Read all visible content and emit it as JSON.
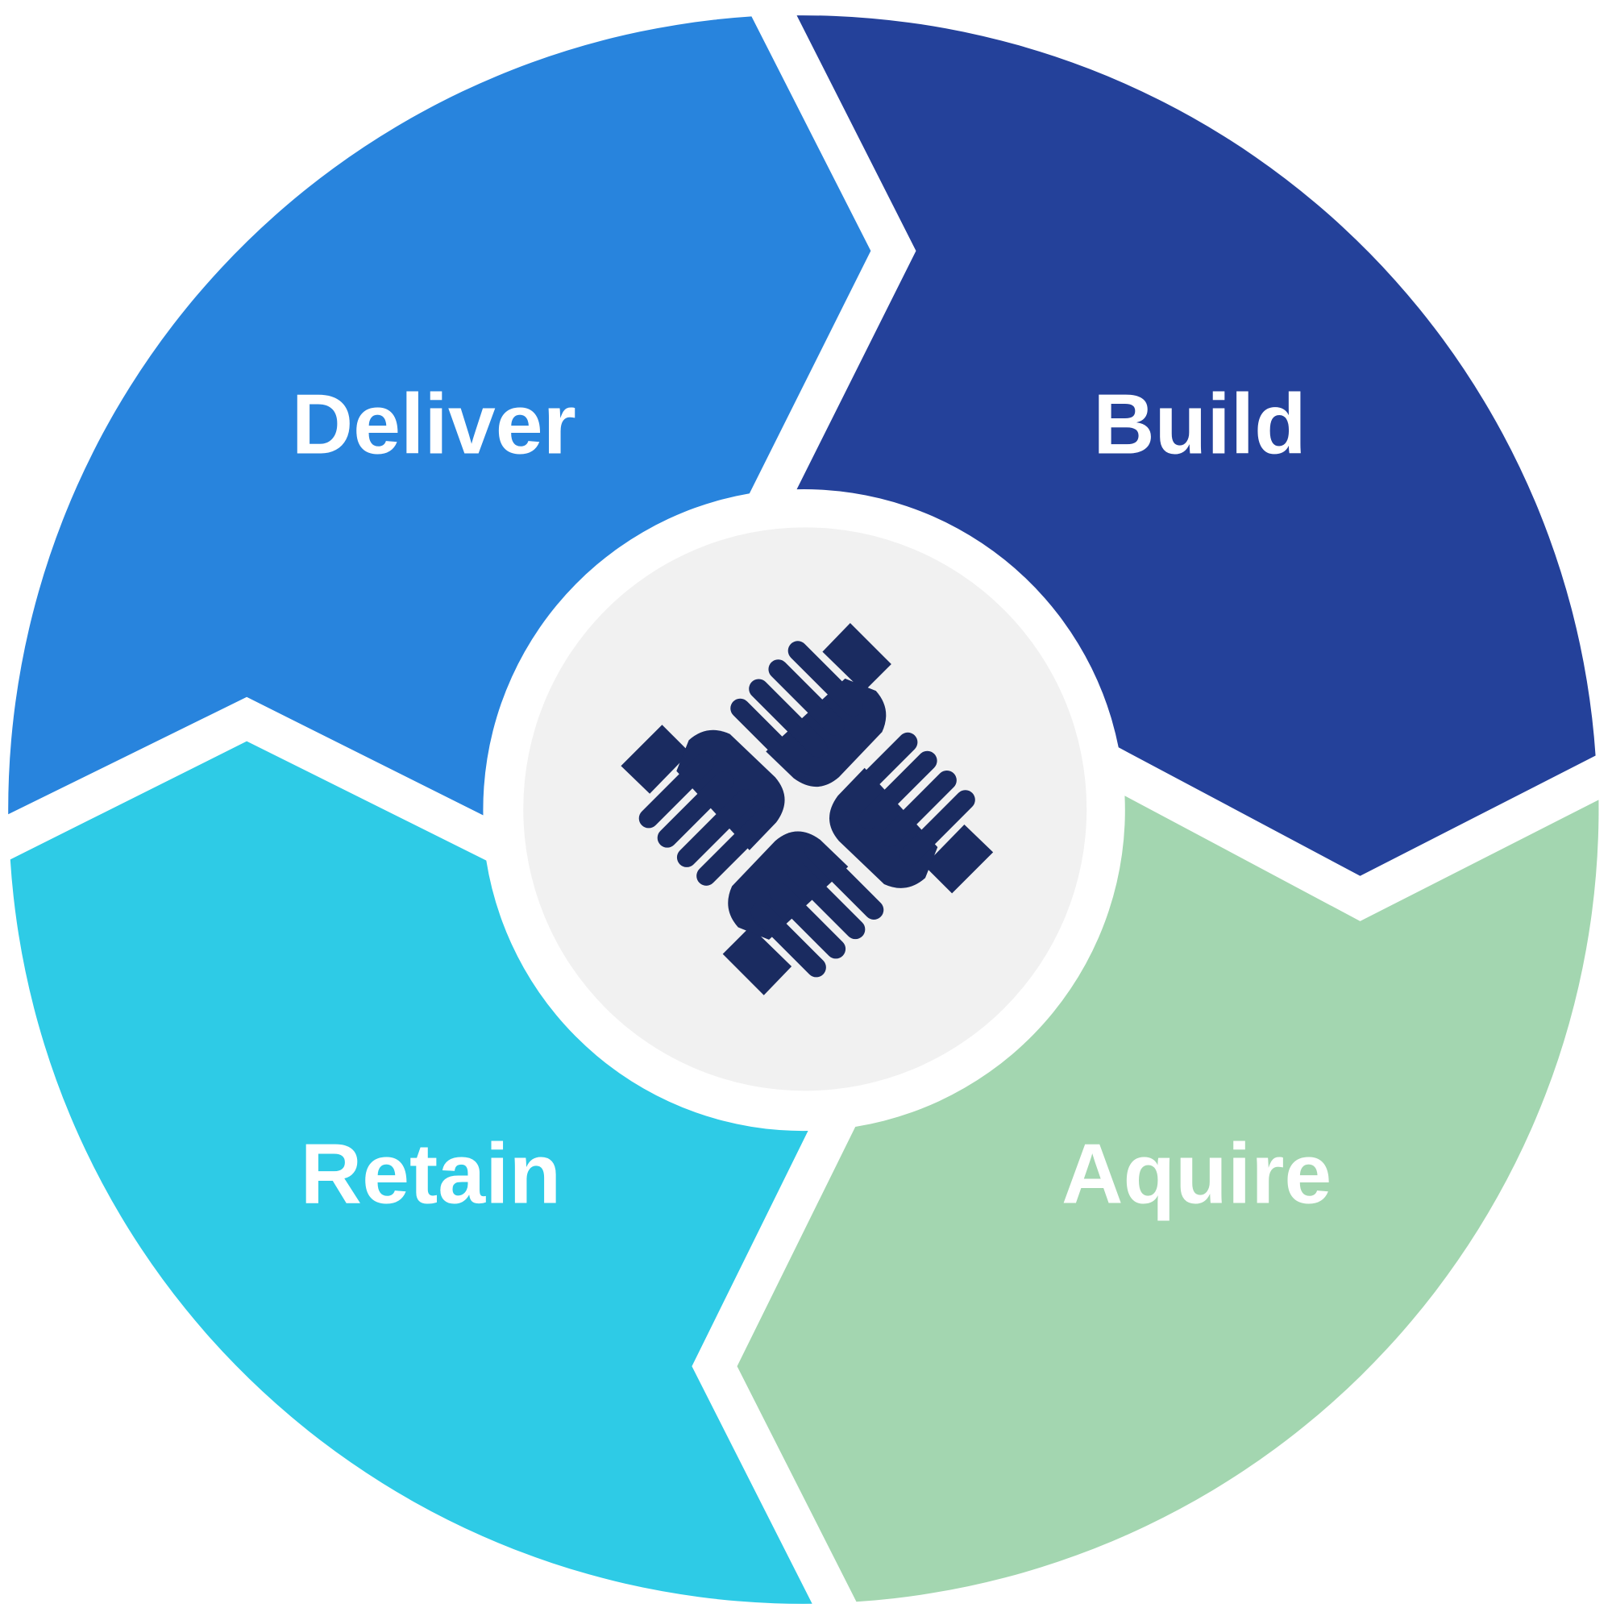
{
  "diagram": {
    "segments": [
      {
        "label": "Deliver",
        "color": "#2884DD"
      },
      {
        "label": "Build",
        "color": "#24419A"
      },
      {
        "label": "Aquire",
        "color": "#A3D6B0"
      },
      {
        "label": "Retain",
        "color": "#2ECBE6"
      }
    ],
    "center": {
      "icon": "hands-together-icon",
      "background": "#F1F1F1",
      "icon_color": "#1A2B60"
    }
  }
}
